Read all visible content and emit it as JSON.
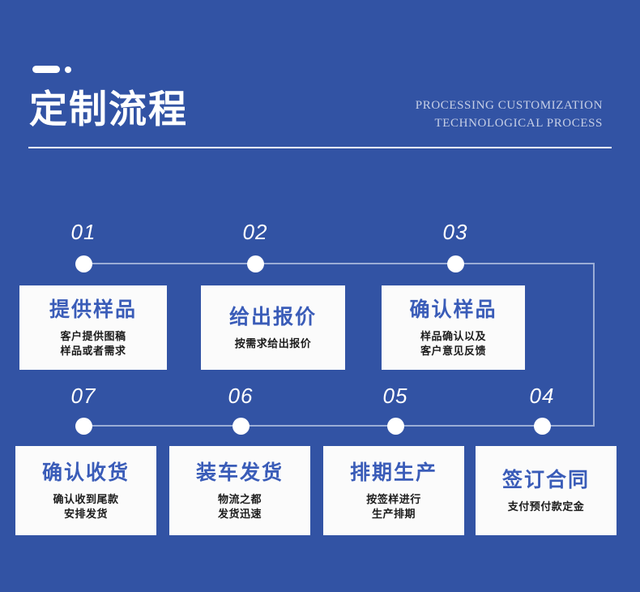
{
  "header": {
    "title": "定制流程",
    "eyebrow_line1": "PROCESSING CUSTOMIZATION",
    "eyebrow_line2": "TECHNOLOGICAL PROCESS",
    "accent_color": "#3253a4",
    "title_color": "#ffffff",
    "card_title_color": "#3a5cb8"
  },
  "flow": {
    "row1": [
      {
        "number": "01",
        "title": "提供样品",
        "desc": "客户提供图稿\n样品或者需求"
      },
      {
        "number": "02",
        "title": "给出报价",
        "desc": "按需求给出报价"
      },
      {
        "number": "03",
        "title": "确认样品",
        "desc": "样品确认以及\n客户意见反馈"
      }
    ],
    "row2": [
      {
        "number": "07",
        "title": "确认收货",
        "desc": "确认收到尾款\n安排发货"
      },
      {
        "number": "06",
        "title": "装车发货",
        "desc": "物流之都\n发货迅速"
      },
      {
        "number": "05",
        "title": "排期生产",
        "desc": "按签样进行\n生产排期"
      },
      {
        "number": "04",
        "title": "签订合同",
        "desc": "支付预付款定金"
      }
    ]
  }
}
